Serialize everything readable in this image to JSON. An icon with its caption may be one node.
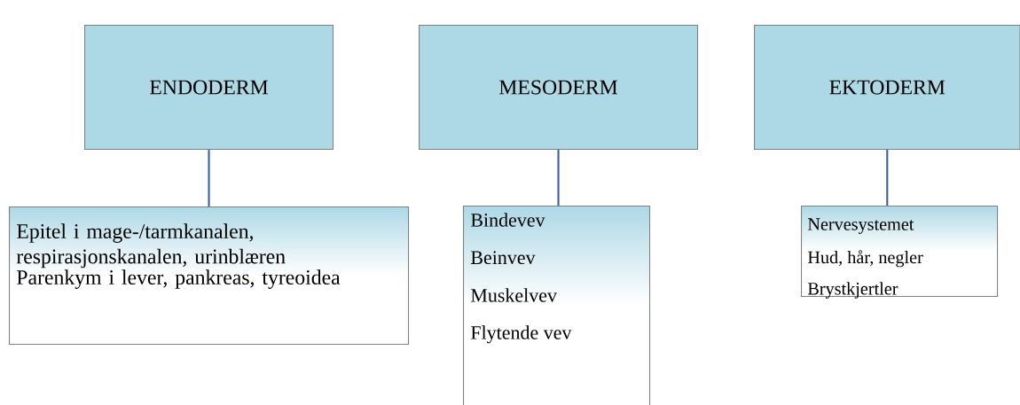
{
  "diagram": {
    "nodes": [
      {
        "text": [
          "ENDODERM"
        ]
      },
      {
        "text": [
          "MESODERM"
        ]
      },
      {
        "text": [
          "EKTODERM"
        ]
      },
      {
        "text": [
          "Epitel i mage-/tarmkanalen, respirasjonskanalen, urinblæren",
          "Parenkym i lever, pankreas, tyreoidea"
        ]
      },
      {
        "text": [
          "Bindevev",
          "Beinvev",
          "Muskelvev",
          "Flytende vev"
        ]
      },
      {
        "text": [
          "Nervesystemet",
          "Hud, hår, negler",
          "Brystkjertler"
        ]
      }
    ],
    "edges": [
      {
        "from": 0,
        "to": 3,
        "arrow": "none"
      },
      {
        "from": 1,
        "to": 4,
        "arrow": "none"
      },
      {
        "from": 2,
        "to": 5,
        "arrow": "none"
      }
    ]
  }
}
